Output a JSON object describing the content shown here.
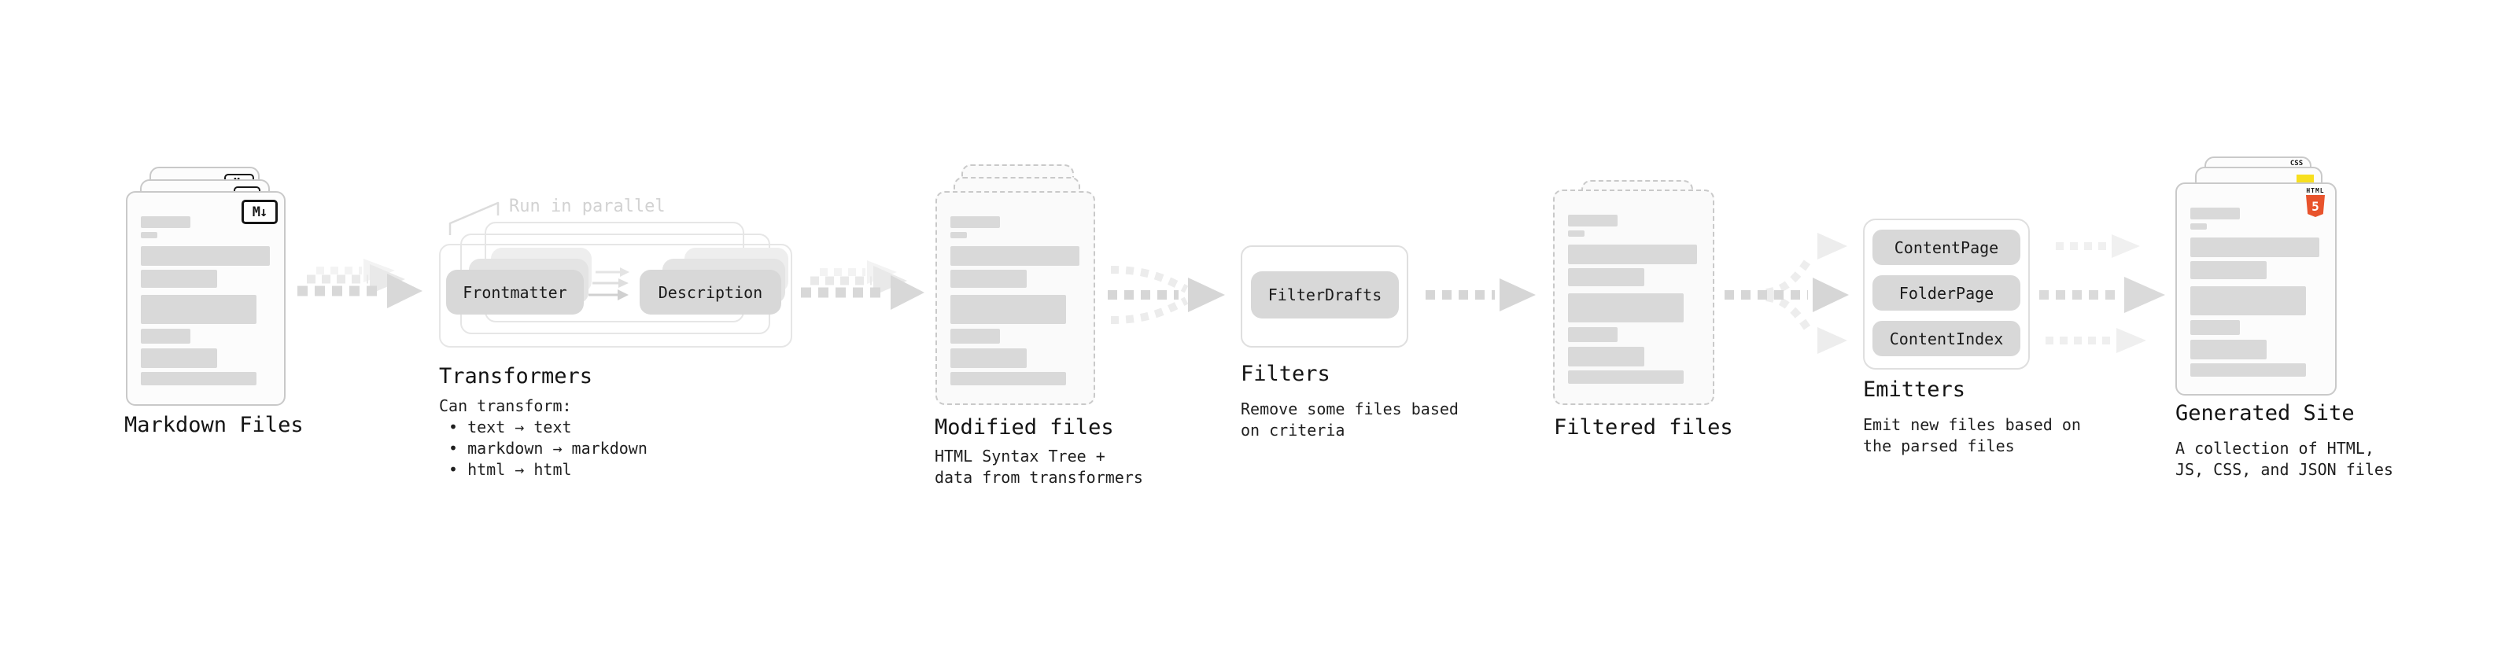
{
  "stages": {
    "markdown": {
      "title": "Markdown Files",
      "badge": "M↓"
    },
    "transformers": {
      "title": "Transformers",
      "parallel_note": "Run in parallel",
      "pill_frontmatter": "Frontmatter",
      "pill_description": "Description",
      "caption": "Can transform:",
      "bullets": [
        "• text → text",
        "• markdown → markdown",
        "• html → html"
      ]
    },
    "modified": {
      "title": "Modified files",
      "caption_line1": "HTML Syntax Tree +",
      "caption_line2": "data from transformers"
    },
    "filters": {
      "title": "Filters",
      "pill": "FilterDrafts",
      "caption_line1": "Remove some files based",
      "caption_line2": "on criteria"
    },
    "filtered": {
      "title": "Filtered files"
    },
    "emitters": {
      "title": "Emitters",
      "pills": [
        "ContentPage",
        "FolderPage",
        "ContentIndex"
      ],
      "caption_line1": "Emit new files based on",
      "caption_line2": "the parsed files"
    },
    "generated": {
      "title": "Generated Site",
      "caption_line1": "A collection of HTML,",
      "caption_line2": "JS, CSS, and JSON files",
      "badge_css": "CSS",
      "badge_html": "HTML",
      "badge_html_number": "5"
    }
  },
  "colors": {
    "html5_orange": "#e8532c",
    "js_yellow": "#f7df1e",
    "css_blue": "#2e6de9",
    "arrow_gray": "#d6d6d6",
    "card_border_gray": "#c9c9c9",
    "bar_gray": "#d9d9d9"
  }
}
